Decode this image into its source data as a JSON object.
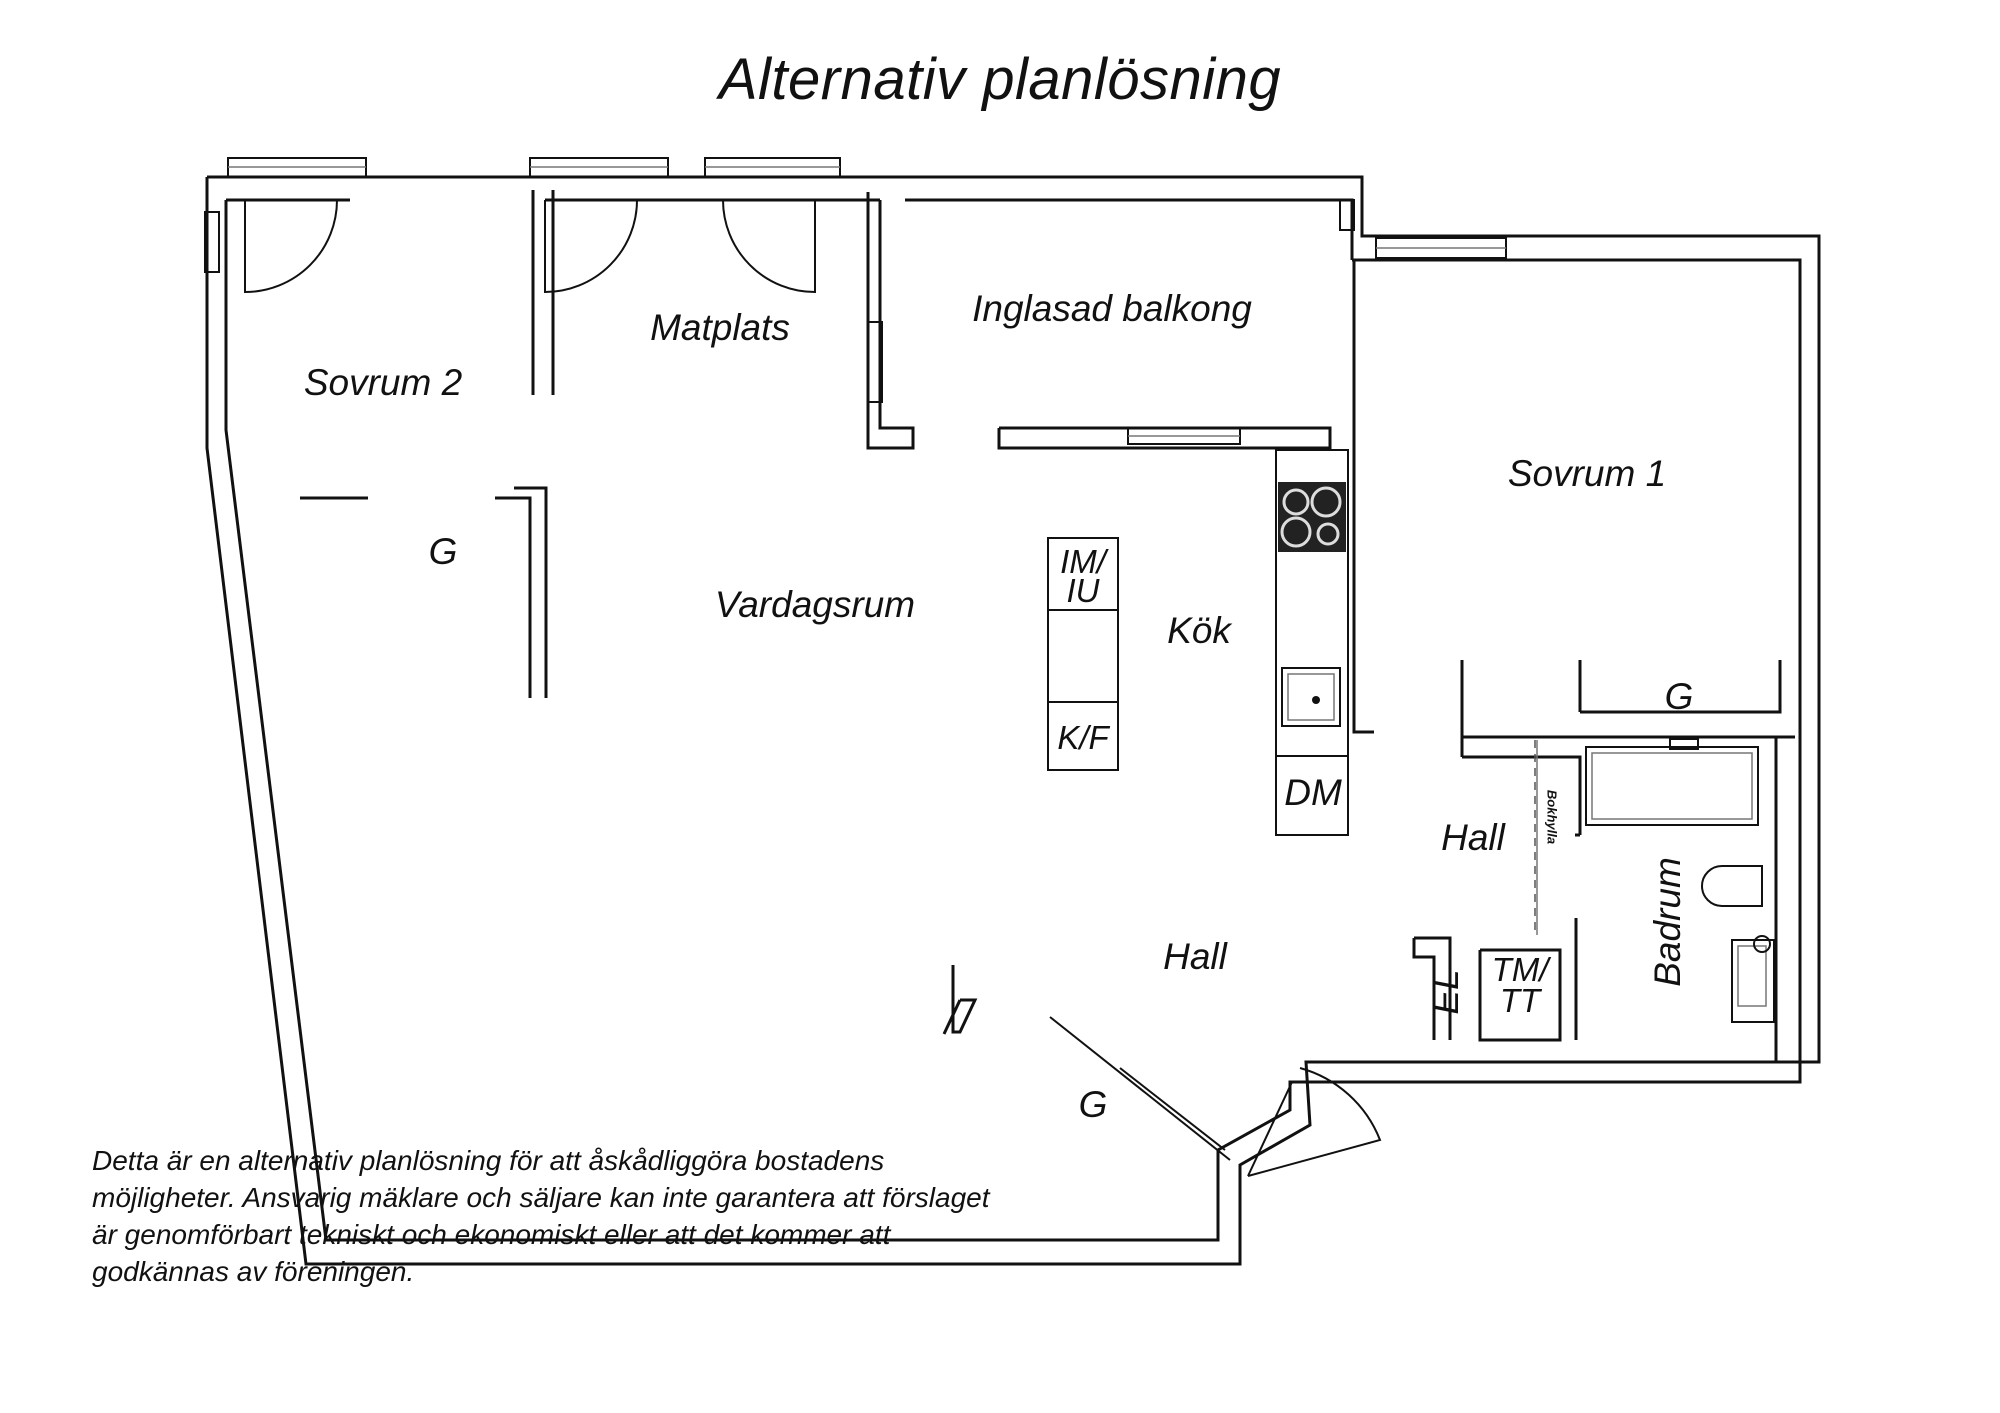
{
  "title": "Alternativ planlösning",
  "rooms": {
    "sovrum2": "Sovrum 2",
    "matplats": "Matplats",
    "balkong": "Inglasad balkong",
    "sovrum1": "Sovrum 1",
    "g_left": "G",
    "vardagsrum": "Vardagsrum",
    "kok": "Kök",
    "g_bed1": "G",
    "hall_upper": "Hall",
    "hall_lower": "Hall",
    "badrum": "Badrum",
    "el": "EL",
    "g_bottom": "G"
  },
  "fixtures": {
    "im_iu_line1": "IM/",
    "im_iu_line2": "IU",
    "kf": "K/F",
    "dm": "DM",
    "tm_tt_line1": "TM/",
    "tm_tt_line2": "TT",
    "bokhylla": "Bokhylla"
  },
  "disclaimer": "Detta är en alternativ planlösning för att åskådliggöra bostadens möjligheter. Ansvarig mäklare och säljare kan inte garantera att förslaget är genomförbart tekniskt och ekonomiskt eller att det kommer att godkännas av föreningen."
}
